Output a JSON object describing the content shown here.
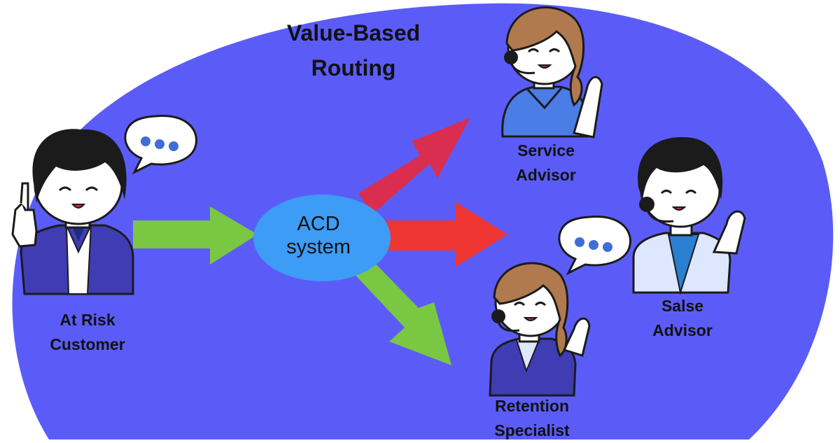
{
  "title": {
    "line1": "Value-Based",
    "line2": "Routing"
  },
  "acd": {
    "line1": "ACD",
    "line2": "system"
  },
  "nodes": {
    "customer": {
      "line1": "At Risk",
      "line2": "Customer"
    },
    "service": {
      "line1": "Service",
      "line2": "Advisor"
    },
    "sales": {
      "line1": "Salse",
      "line2": "Advisor"
    },
    "retention": {
      "line1": "Retention",
      "line2": "Specialist"
    }
  },
  "colors": {
    "background_ellipse": "#5b5cf8",
    "acd_node": "#3d9cf6",
    "arrow_green": "#79c743",
    "arrow_crimson": "#d92e4f",
    "arrow_red": "#ee3532",
    "speech_dots": "#3f6fd6"
  },
  "icons": {
    "customer": "businessman-pointing-icon",
    "service": "female-operator-headset-icon",
    "sales": "male-operator-headset-icon",
    "retention": "female-operator-headset-icon",
    "speech": "speech-bubble-dots-icon"
  }
}
